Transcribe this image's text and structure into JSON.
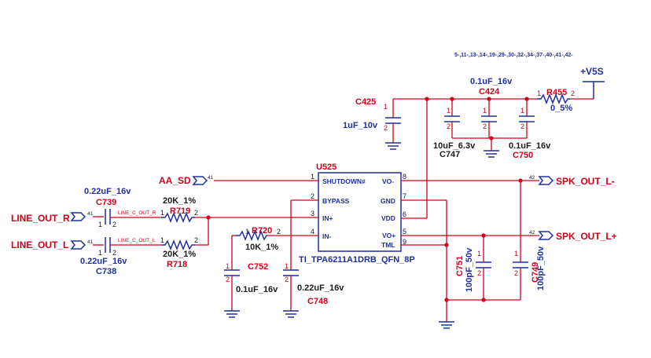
{
  "sheet_refs": "5-,11-,13-,14-,19-,29-,30-,32-,34-,37-,40-,41-,42-",
  "power": {
    "v5s": "+V5S"
  },
  "ic": {
    "ref": "U525",
    "part": "TI_TPA6211A1DRB_QFN_8P",
    "pins_left": [
      {
        "num": "1",
        "name": "SHUTDOWN#"
      },
      {
        "num": "2",
        "name": "BYPASS"
      },
      {
        "num": "3",
        "name": "IN+"
      },
      {
        "num": "4",
        "name": "IN-"
      }
    ],
    "pins_right": [
      {
        "num": "8",
        "name": "VO-"
      },
      {
        "num": "7",
        "name": "GND"
      },
      {
        "num": "6",
        "name": "VDD"
      },
      {
        "num": "5",
        "name": "VO+"
      },
      {
        "num": "9",
        "name": "TML"
      }
    ]
  },
  "components": {
    "C425": {
      "ref": "C425",
      "value": "1uF_10v",
      "p1": "1",
      "p2": "2"
    },
    "C424": {
      "ref": "C424",
      "value": "0.1uF_16v",
      "p1": "1",
      "p2": "2"
    },
    "C747": {
      "ref": "C747",
      "value": "10uF_6.3v",
      "p1": "1",
      "p2": "2"
    },
    "C750": {
      "ref": "C750",
      "value": "0.1uF_16v",
      "p1": "1",
      "p2": "2"
    },
    "R455": {
      "ref": "R455",
      "value": "0_5%",
      "p1": "1",
      "p2": "2"
    },
    "C739": {
      "ref": "C739",
      "value": "0.22uF_16v",
      "p1": "1",
      "p2": "2"
    },
    "C738": {
      "ref": "C738",
      "value": "0.22uF_16v",
      "p1": "1",
      "p2": "2"
    },
    "R719": {
      "ref": "R719",
      "value": "20K_1%",
      "p1": "1",
      "p2": "2"
    },
    "R718": {
      "ref": "R718",
      "value": "20K_1%",
      "p1": "1",
      "p2": "2"
    },
    "R720": {
      "ref": "R720",
      "value": "10K_1%",
      "p1": "1",
      "p2": "2"
    },
    "C752": {
      "ref": "C752",
      "value": "0.1uF_16v",
      "p1": "1",
      "p2": "2"
    },
    "C748": {
      "ref": "C748",
      "value": "0.22uF_16v",
      "p1": "1",
      "p2": "2"
    },
    "C751": {
      "ref": "C751",
      "value": "100pF_50v",
      "p1": "1",
      "p2": "2"
    },
    "C749": {
      "ref": "C749",
      "value": "100pF_50v",
      "p1": "1",
      "p2": "2"
    }
  },
  "nets": {
    "aa_sd": {
      "name": "AA_SD",
      "page": "41"
    },
    "line_out_r": {
      "name": "LINE_OUT_R",
      "page": "41"
    },
    "line_out_l": {
      "name": "LINE_OUT_L",
      "page": "41"
    },
    "spk_out_l_minus": {
      "name": "SPK_OUT_L-",
      "page": "42"
    },
    "spk_out_l_plus": {
      "name": "SPK_OUT_L+",
      "page": "42"
    },
    "line_c_out_r": "LINE_C_OUT_R",
    "line_c_out_l": "LINE_C_OUT_L"
  }
}
